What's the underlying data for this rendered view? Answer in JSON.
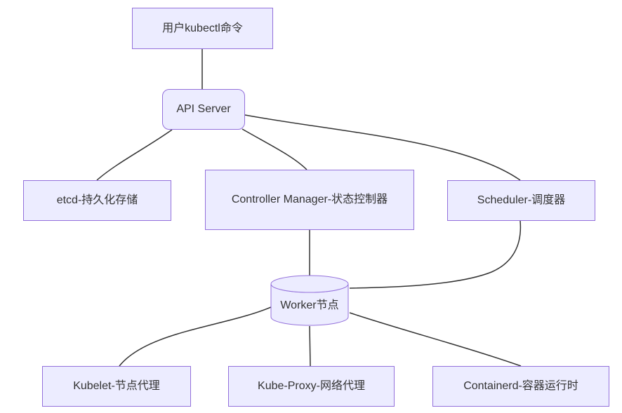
{
  "diagram": {
    "type": "flowchart",
    "direction": "top-down",
    "title": "Kubernetes architecture flowchart",
    "nodes": [
      {
        "id": "user-kubectl",
        "label": "用户kubectl命令",
        "shape": "rect"
      },
      {
        "id": "api-server",
        "label": "API Server",
        "shape": "rounded-rect"
      },
      {
        "id": "etcd",
        "label": "etcd-持久化存储",
        "shape": "rect"
      },
      {
        "id": "controller-manager",
        "label": "Controller Manager-状态控制器",
        "shape": "rect"
      },
      {
        "id": "scheduler",
        "label": "Scheduler-调度器",
        "shape": "rect"
      },
      {
        "id": "worker-node",
        "label": "Worker节点",
        "shape": "cylinder"
      },
      {
        "id": "kubelet",
        "label": "Kubelet-节点代理",
        "shape": "rect"
      },
      {
        "id": "kube-proxy",
        "label": "Kube-Proxy-网络代理",
        "shape": "rect"
      },
      {
        "id": "containerd",
        "label": "Containerd-容器运行时",
        "shape": "rect"
      }
    ],
    "edges": [
      {
        "from": "user-kubectl",
        "to": "api-server",
        "style": "line-no-arrow"
      },
      {
        "from": "api-server",
        "to": "etcd",
        "style": "line-no-arrow"
      },
      {
        "from": "api-server",
        "to": "controller-manager",
        "style": "line-no-arrow"
      },
      {
        "from": "api-server",
        "to": "scheduler",
        "style": "line-no-arrow"
      },
      {
        "from": "controller-manager",
        "to": "worker-node",
        "style": "line-no-arrow"
      },
      {
        "from": "scheduler",
        "to": "worker-node",
        "style": "line-no-arrow"
      },
      {
        "from": "worker-node",
        "to": "kubelet",
        "style": "line-no-arrow"
      },
      {
        "from": "worker-node",
        "to": "kube-proxy",
        "style": "line-no-arrow"
      },
      {
        "from": "worker-node",
        "to": "containerd",
        "style": "line-no-arrow"
      }
    ],
    "colors": {
      "node_fill": "#ECECFF",
      "node_border": "#9370DB",
      "edge_stroke": "#333333",
      "text": "#333333",
      "background": "#FFFFFF"
    }
  }
}
